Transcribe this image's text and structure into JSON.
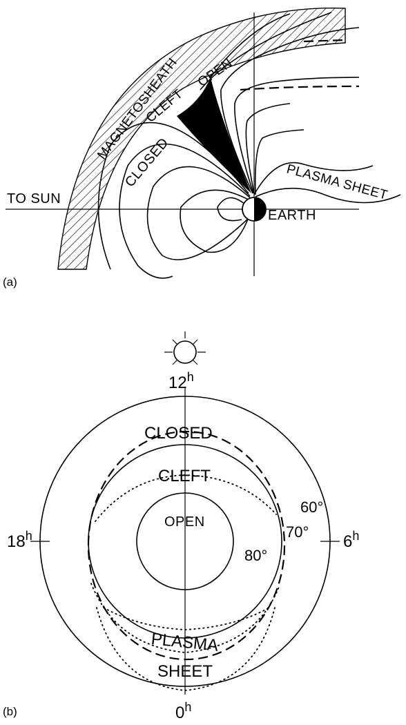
{
  "panel_a": {
    "panel_label": "(a)",
    "labels": {
      "magnetosheath": "MAGNETOSHEATH",
      "cleft": "CLEFT",
      "open": "OPEN",
      "closed": "CLOSED",
      "plasma_sheet": "PLASMA SHEET",
      "to_sun": "TO SUN",
      "earth": "EARTH"
    }
  },
  "panel_b": {
    "panel_label": "(b)",
    "hours": {
      "noon": "12",
      "dusk": "18",
      "dawn": "6",
      "midnight": "0",
      "suffix": "h"
    },
    "latitudes": {
      "lat60": "60°",
      "lat70": "70°",
      "lat80": "80°"
    },
    "regions": {
      "closed": "CLOSED",
      "cleft": "CLEFT",
      "open": "OPEN",
      "plasma": "PLASMA",
      "sheet": "SHEET"
    }
  }
}
